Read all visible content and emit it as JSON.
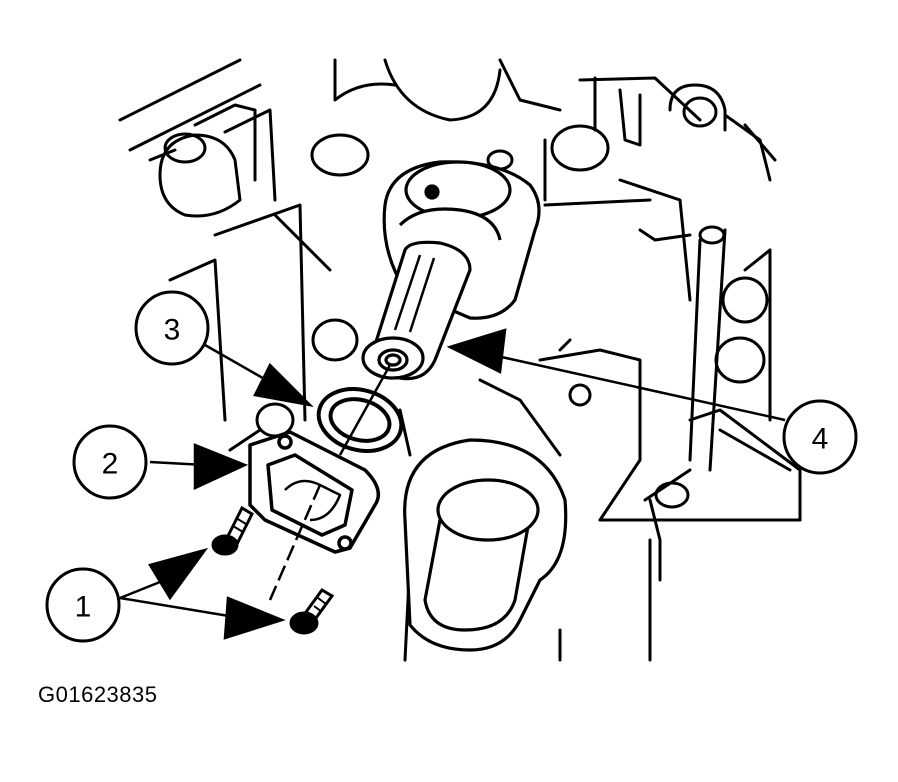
{
  "figure_id": "G01623835",
  "callouts": [
    {
      "number": "1"
    },
    {
      "number": "2"
    },
    {
      "number": "3"
    },
    {
      "number": "4"
    }
  ],
  "colors": {
    "ink": "#000000",
    "background": "#ffffff"
  }
}
